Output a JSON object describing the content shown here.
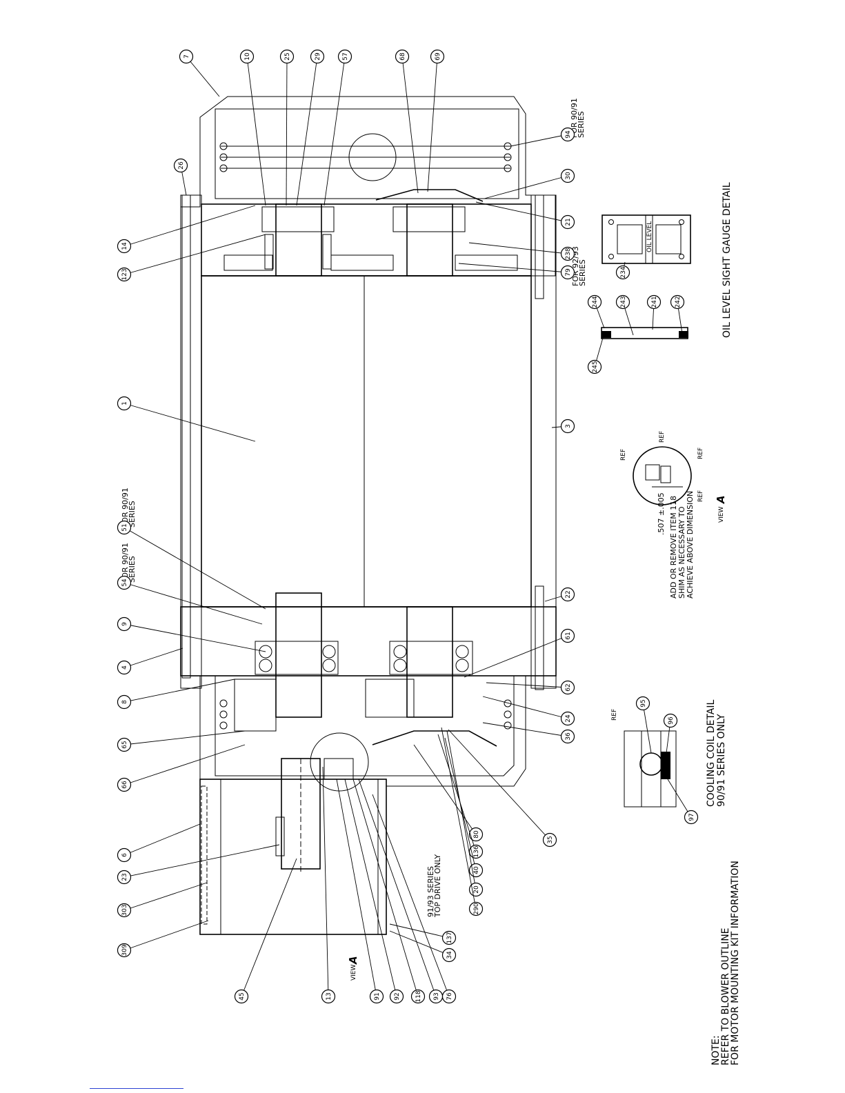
{
  "callouts": [
    "7",
    "10",
    "25",
    "29",
    "57",
    "68",
    "69",
    "94",
    "26",
    "30",
    "21",
    "14",
    "123",
    "238",
    "79",
    "1",
    "3",
    "51",
    "54",
    "9",
    "4",
    "22",
    "61",
    "62",
    "24",
    "8",
    "65",
    "36",
    "66",
    "35",
    "80",
    "136",
    "40",
    "20",
    "290",
    "6",
    "23",
    "303",
    "309",
    "45",
    "13",
    "91",
    "92",
    "118",
    "93",
    "76",
    "34",
    "137",
    "95",
    "96",
    "97",
    "244",
    "243",
    "241",
    "242",
    "245",
    "234"
  ],
  "notes": {
    "for_90_91_a": "FOR 90/91",
    "series_a": "SERIES",
    "for_90_91_b": "FOR 90/91",
    "series_b": "SERIES",
    "for_90_91_c": "FOR 90/91",
    "series_c": "SERIES",
    "for_92_93": "FOR 92/93",
    "series_d": "SERIES",
    "top_drive_1": "91/93 SERIES",
    "top_drive_2": "TOP DRIVE ONLY",
    "ref": "REF",
    "view": "VIEW",
    "view_letter": "A",
    "dim_1": ".507 ±.005",
    "dim_2": "ADD OR REMOVE ITEM 118",
    "dim_3": "SHIM AS NECESSARY TO",
    "dim_4": "ACHIEVE ABOVE DIMENSION",
    "oil_level": "OIL LEVEL",
    "oil_detail_title": "OIL LEVEL SIGHT GAUGE DETAIL",
    "coil_title_1": "COOLING COIL DETAIL",
    "coil_title_2": "90/91 SERIES ONLY",
    "main_note_1": "NOTE:",
    "main_note_2": "REFER TO BLOWER OUTLINE",
    "main_note_3": "FOR MOTOR MOUNTING KIT INFORMATION"
  }
}
